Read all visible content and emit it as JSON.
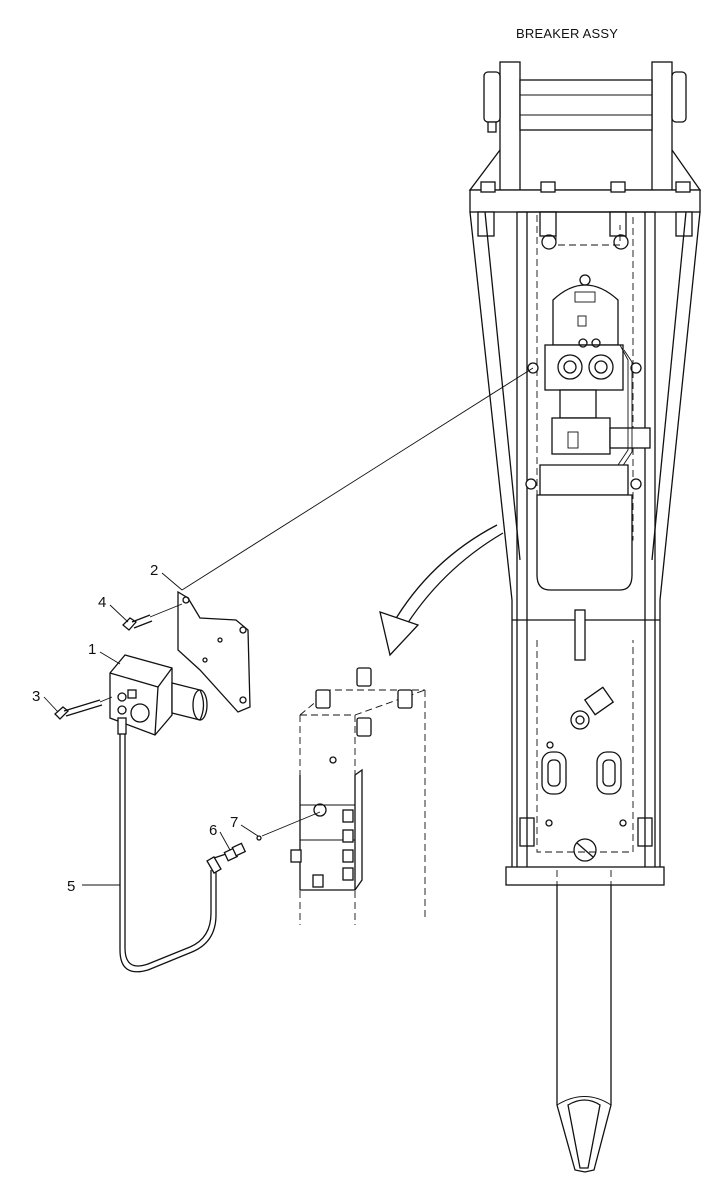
{
  "title": "BREAKER ASSY",
  "callouts": [
    {
      "id": "1",
      "label": "1"
    },
    {
      "id": "2",
      "label": "2"
    },
    {
      "id": "3",
      "label": "3"
    },
    {
      "id": "4",
      "label": "4"
    },
    {
      "id": "5",
      "label": "5"
    },
    {
      "id": "6",
      "label": "6"
    },
    {
      "id": "7",
      "label": "7"
    }
  ]
}
